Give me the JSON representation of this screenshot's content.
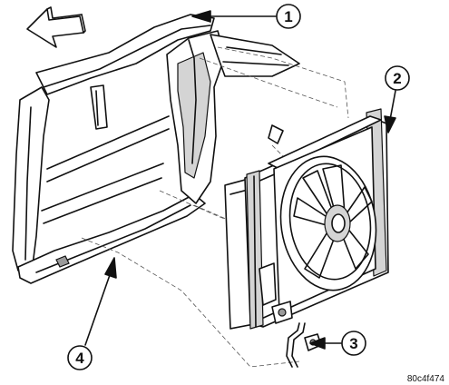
{
  "callouts": [
    {
      "label": "1"
    },
    {
      "label": "2"
    },
    {
      "label": "3"
    },
    {
      "label": "4"
    }
  ],
  "figure_code": "80c4f474",
  "direction_arrow_icon": "arrow-left-icon",
  "colors": {
    "ink": "#111111",
    "shade": "#d4d4d4",
    "background": "#ffffff"
  }
}
